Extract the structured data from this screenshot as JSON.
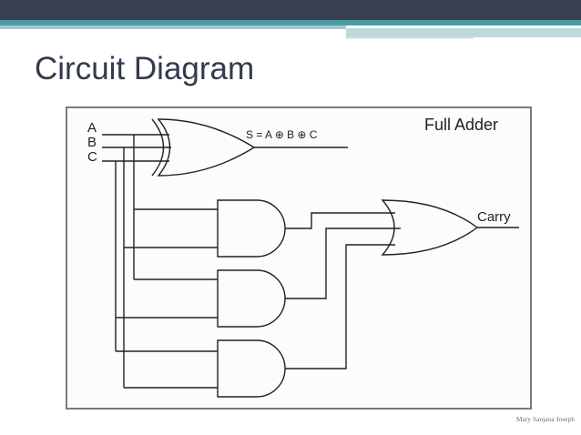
{
  "slide": {
    "title": "Circuit Diagram",
    "footer": "Mary Sanjana Joseph"
  },
  "diagram": {
    "heading": "Full Adder",
    "inputs": [
      "A",
      "B",
      "C"
    ],
    "sum_output": "S = A ⊕ B ⊕ C",
    "carry_output": "Carry"
  }
}
